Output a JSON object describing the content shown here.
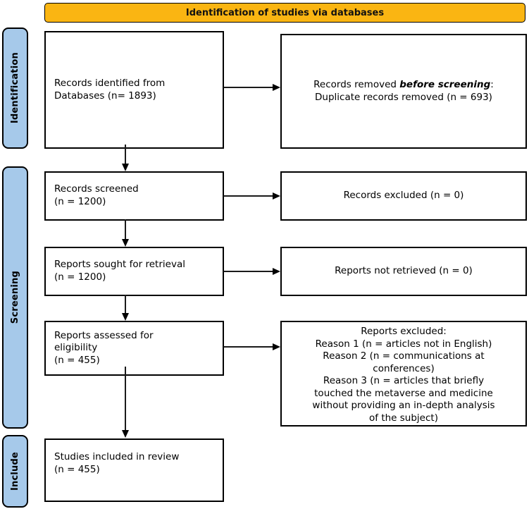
{
  "colors": {
    "header-bg": "#FAB512",
    "stage-bg": "#A6C9EA"
  },
  "header": {
    "title": "Identification of studies via databases"
  },
  "stages": {
    "identification": "Identification",
    "screening": "Screening",
    "include": "Include"
  },
  "boxes": {
    "records_identified": "Records identified from\nDatabases (n= 1893)",
    "records_screened": "Records screened\n(n = 1200)",
    "reports_sought": "Reports sought for retrieval\n(n = 1200)",
    "reports_assessed": "Reports assessed for\neligibility\n(n = 455)",
    "studies_included": "Studies included in review\n(n = 455)",
    "records_removed": {
      "prefix": "Records removed ",
      "emphasis": "before screening",
      "suffix": ":",
      "line2": "Duplicate records removed (n = 693)"
    },
    "records_excluded": "Records excluded (n = 0)",
    "reports_not_retrieved": "Reports not retrieved (n = 0)",
    "reports_excluded": "Reports excluded:\nReason 1 (n = articles not in English)\nReason 2 (n = communications at\nconferences)\nReason 3 (n = articles that briefly\ntouched the metaverse and medicine\nwithout providing an in-depth analysis\nof the subject)"
  }
}
